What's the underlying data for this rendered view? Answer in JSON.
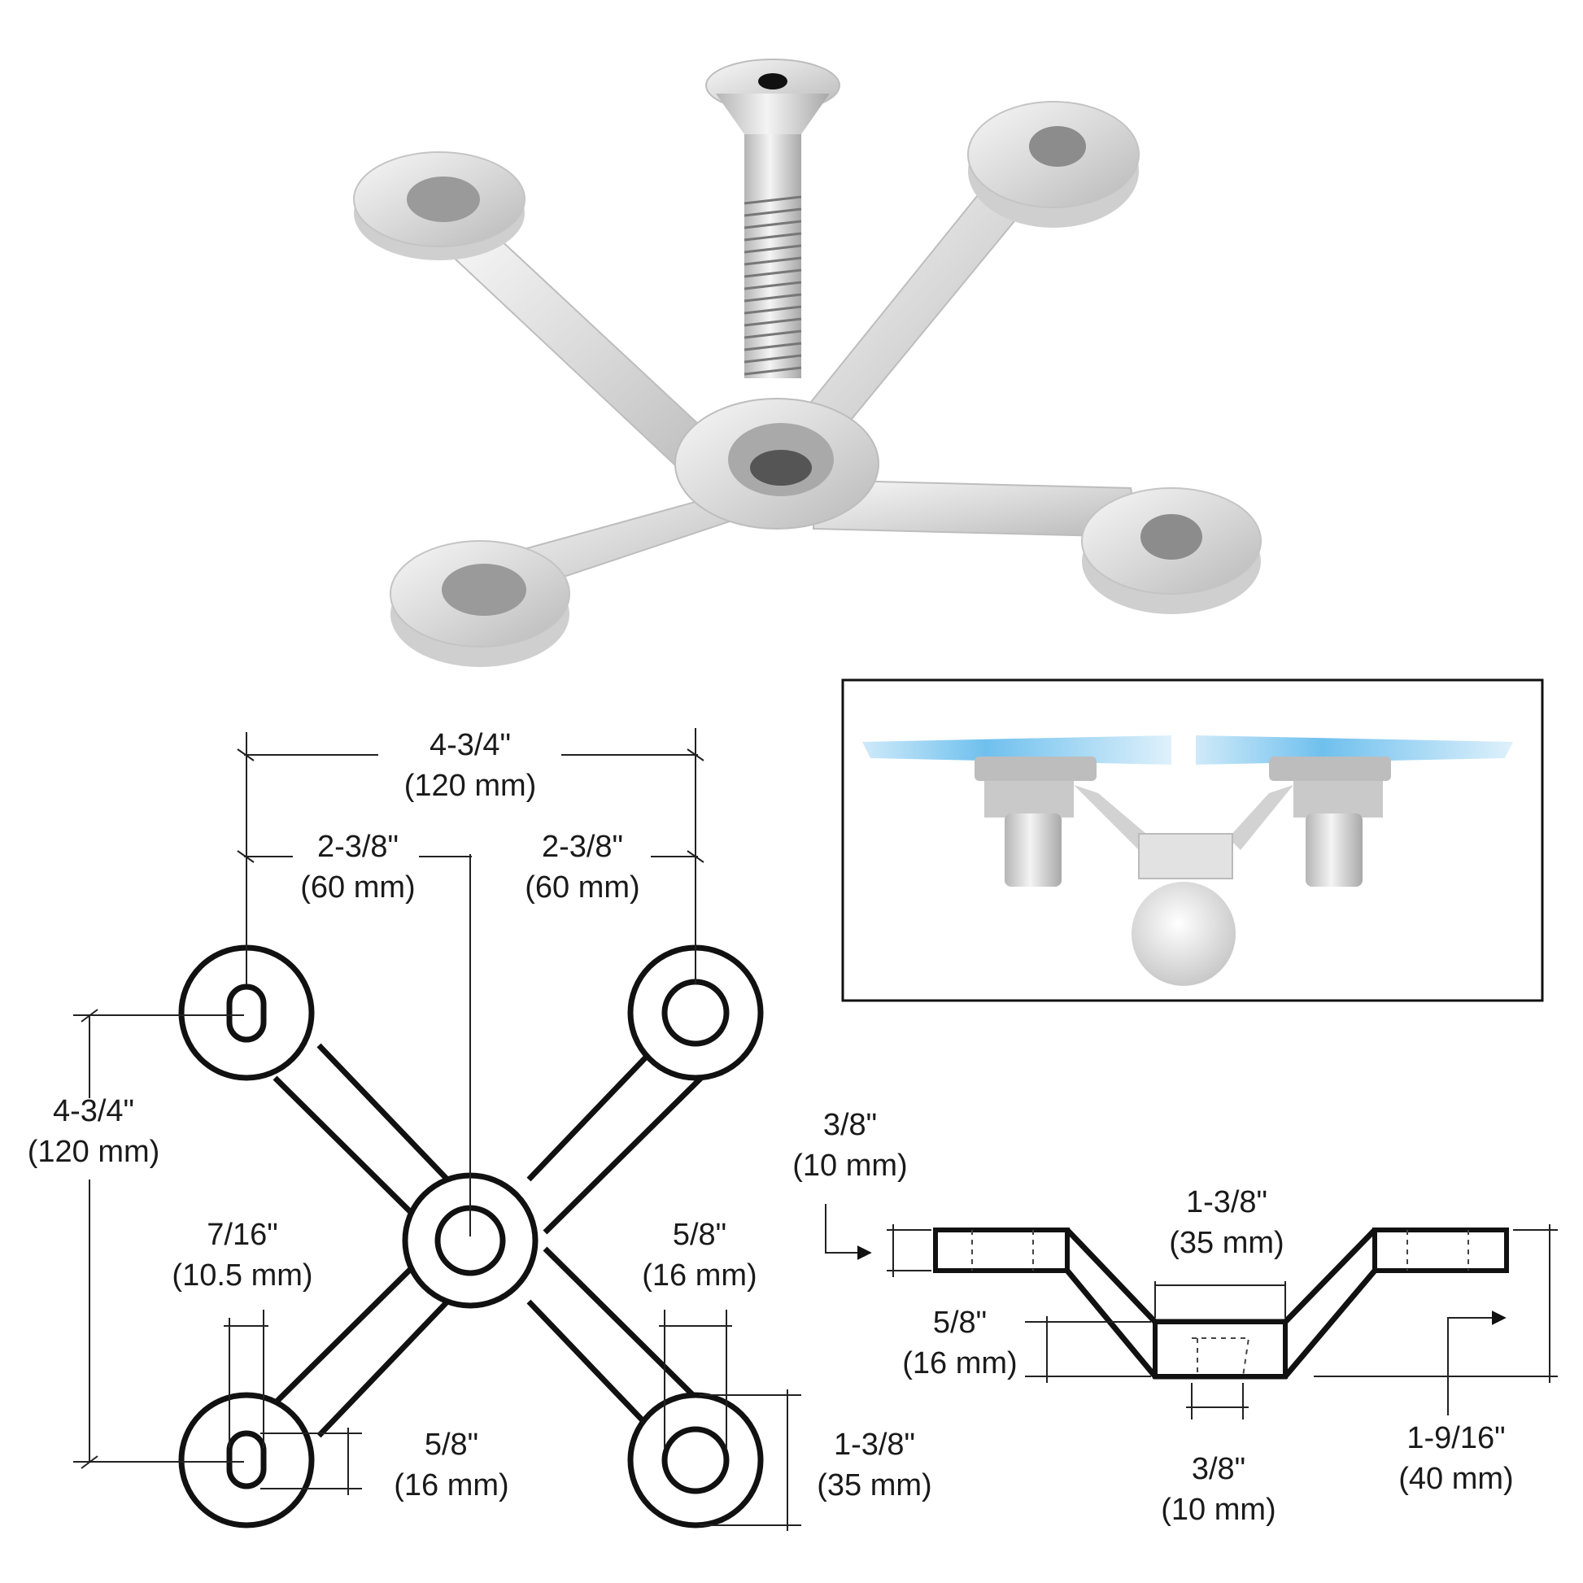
{
  "product_photo": {
    "subject": "4-arm stainless steel spider fitting with countersunk bolt"
  },
  "top_view": {
    "overall_width": {
      "imperial": "4-3/4\"",
      "metric": "(120 mm)"
    },
    "half_width_left": {
      "imperial": "2-3/8\"",
      "metric": "(60 mm)"
    },
    "half_width_right": {
      "imperial": "2-3/8\"",
      "metric": "(60 mm)"
    },
    "overall_height": {
      "imperial": "4-3/4\"",
      "metric": "(120 mm)"
    },
    "slot_width": {
      "imperial": "7/16\"",
      "metric": "(10.5 mm)"
    },
    "hole_diameter_right": {
      "imperial": "5/8\"",
      "metric": "(16 mm)"
    },
    "slot_length": {
      "imperial": "5/8\"",
      "metric": "(16 mm)"
    },
    "pad_diameter": {
      "imperial": "1-3/8\"",
      "metric": "(35 mm)"
    }
  },
  "side_view": {
    "pad_thickness": {
      "imperial": "3/8\"",
      "metric": "(10 mm)"
    },
    "hub_width": {
      "imperial": "1-3/8\"",
      "metric": "(35 mm)"
    },
    "hub_height": {
      "imperial": "5/8\"",
      "metric": "(16 mm)"
    },
    "hub_bore": {
      "imperial": "3/8\"",
      "metric": "(10 mm)"
    },
    "overall_depth": {
      "imperial": "1-9/16\"",
      "metric": "(40 mm)"
    }
  },
  "colors": {
    "glass": "#7fc6f0",
    "steel": "#d6d6d6",
    "line": "#111111"
  }
}
